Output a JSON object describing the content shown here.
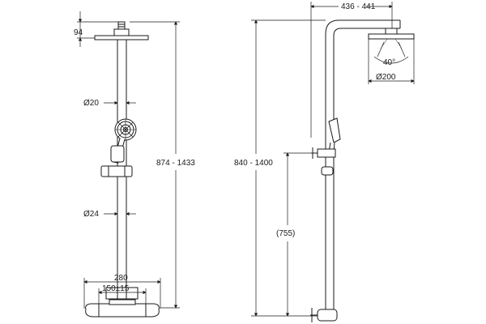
{
  "labels": {
    "head_offset": "94",
    "riser_diameter": "Ø20",
    "pipe_diameter": "Ø24",
    "front_height": "874 - 1433",
    "mixer_width": "280",
    "mixer_centers": "150±15",
    "arm_reach": "436 - 441",
    "spray_angle": "40°",
    "head_diameter": "Ø200",
    "side_height": "840 - 1400",
    "outlet_height": "(755)"
  },
  "colors": {
    "line": "#1a1a1a",
    "fill": "#ffffff"
  }
}
